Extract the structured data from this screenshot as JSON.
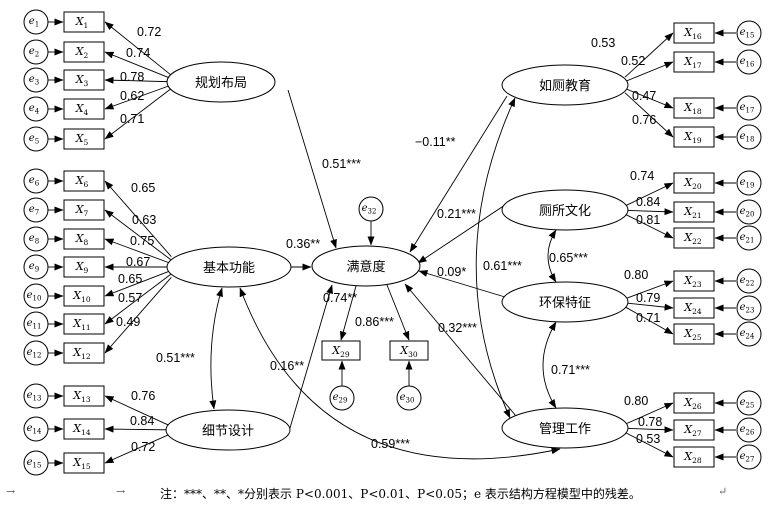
{
  "latents": {
    "layout": "规划布局",
    "basic": "基本功能",
    "detail": "细节设计",
    "satisfaction": "满意度",
    "education": "如厕教育",
    "culture": "厕所文化",
    "eco": "环保特征",
    "management": "管理工作"
  },
  "observed": [
    {
      "id": "X1",
      "v": "X",
      "s": "1",
      "e": "e",
      "es": "1",
      "load": "0.72"
    },
    {
      "id": "X2",
      "v": "X",
      "s": "2",
      "e": "e",
      "es": "2",
      "load": "0.74"
    },
    {
      "id": "X3",
      "v": "X",
      "s": "3",
      "e": "e",
      "es": "3",
      "load": "0.78"
    },
    {
      "id": "X4",
      "v": "X",
      "s": "4",
      "e": "e",
      "es": "4",
      "load": "0.62"
    },
    {
      "id": "X5",
      "v": "X",
      "s": "5",
      "e": "e",
      "es": "5",
      "load": "0.71"
    },
    {
      "id": "X6",
      "v": "X",
      "s": "6",
      "e": "e",
      "es": "6",
      "load": "0.65"
    },
    {
      "id": "X7",
      "v": "X",
      "s": "7",
      "e": "e",
      "es": "7",
      "load": "0.63"
    },
    {
      "id": "X8",
      "v": "X",
      "s": "8",
      "e": "e",
      "es": "8",
      "load": "0.75"
    },
    {
      "id": "X9",
      "v": "X",
      "s": "9",
      "e": "e",
      "es": "9",
      "load": "0.67"
    },
    {
      "id": "X10",
      "v": "X",
      "s": "10",
      "e": "e",
      "es": "10",
      "load": "0.65"
    },
    {
      "id": "X11",
      "v": "X",
      "s": "11",
      "e": "e",
      "es": "11",
      "load": "0.57"
    },
    {
      "id": "X12",
      "v": "X",
      "s": "12",
      "e": "e",
      "es": "12",
      "load": "0.49"
    },
    {
      "id": "X13",
      "v": "X",
      "s": "13",
      "e": "e",
      "es": "13",
      "load": "0.76"
    },
    {
      "id": "X14",
      "v": "X",
      "s": "14",
      "e": "e",
      "es": "14",
      "load": "0.84"
    },
    {
      "id": "X15",
      "v": "X",
      "s": "15",
      "e": "e",
      "es": "15",
      "load": "0.72"
    },
    {
      "id": "X16",
      "v": "X",
      "s": "16",
      "e": "e",
      "es": "15",
      "load": "0.53"
    },
    {
      "id": "X17",
      "v": "X",
      "s": "17",
      "e": "e",
      "es": "16",
      "load": "0.52"
    },
    {
      "id": "X18",
      "v": "X",
      "s": "18",
      "e": "e",
      "es": "17",
      "load": "0.47"
    },
    {
      "id": "X19",
      "v": "X",
      "s": "19",
      "e": "e",
      "es": "18",
      "load": "0.76"
    },
    {
      "id": "X20",
      "v": "X",
      "s": "20",
      "e": "e",
      "es": "19",
      "load": "0.74"
    },
    {
      "id": "X21",
      "v": "X",
      "s": "21",
      "e": "e",
      "es": "20",
      "load": "0.84"
    },
    {
      "id": "X22",
      "v": "X",
      "s": "22",
      "e": "e",
      "es": "21",
      "load": "0.81"
    },
    {
      "id": "X23",
      "v": "X",
      "s": "23",
      "e": "e",
      "es": "22",
      "load": "0.80"
    },
    {
      "id": "X24",
      "v": "X",
      "s": "24",
      "e": "e",
      "es": "23",
      "load": "0.79"
    },
    {
      "id": "X25",
      "v": "X",
      "s": "25",
      "e": "e",
      "es": "24",
      "load": "0.71"
    },
    {
      "id": "X26",
      "v": "X",
      "s": "26",
      "e": "e",
      "es": "25",
      "load": "0.80"
    },
    {
      "id": "X27",
      "v": "X",
      "s": "27",
      "e": "e",
      "es": "26",
      "load": "0.78"
    },
    {
      "id": "X28",
      "v": "X",
      "s": "28",
      "e": "e",
      "es": "27",
      "load": "0.53"
    },
    {
      "id": "X29",
      "v": "X",
      "s": "29",
      "e": "e",
      "es": "29",
      "load": "0.74**"
    },
    {
      "id": "X30",
      "v": "X",
      "s": "30",
      "e": "e",
      "es": "30",
      "load": "0.86***"
    }
  ],
  "satisfaction_error": {
    "e": "e",
    "es": "32"
  },
  "paths": {
    "layout_to_sat": "0.51***",
    "basic_to_sat": "0.36**",
    "detail_to_sat": "0.16**",
    "edu_to_sat": "−0.11**",
    "culture_to_sat": "0.21***",
    "eco_to_sat": "0.09*",
    "mgmt_to_sat": "0.32***",
    "basic_detail": "0.51***",
    "basic_mgmt": "0.59***",
    "culture_eco": "0.65***",
    "eco_mgmt": "0.71***",
    "edu_mgmt": "0.61***"
  },
  "footnote": "注：***、**、*分别表示 P<0.001、P<0.01、P<0.05；e 表示结构方程模型中的残差。",
  "marks": {
    "tab1": "→",
    "tab2": "→",
    "end": "↵"
  }
}
